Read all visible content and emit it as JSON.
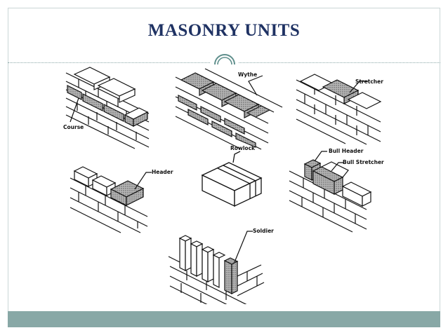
{
  "slide": {
    "title": "MASONRY UNITS"
  },
  "figure": {
    "labels": {
      "course": "Course",
      "wythe": "Wythe",
      "stretcher": "Stretcher",
      "header": "Header",
      "rowlock": "Rowlock",
      "bull_header": "Bull Header",
      "bull_stretcher": "Bull Stretcher",
      "soldier": "Soldier"
    }
  },
  "colors": {
    "title": "#1f3263",
    "frame": "#c9d6d6",
    "footer": "#88a8a6",
    "emblem": "#5f8f8c",
    "highlight_brick": "#8a8a8a"
  }
}
